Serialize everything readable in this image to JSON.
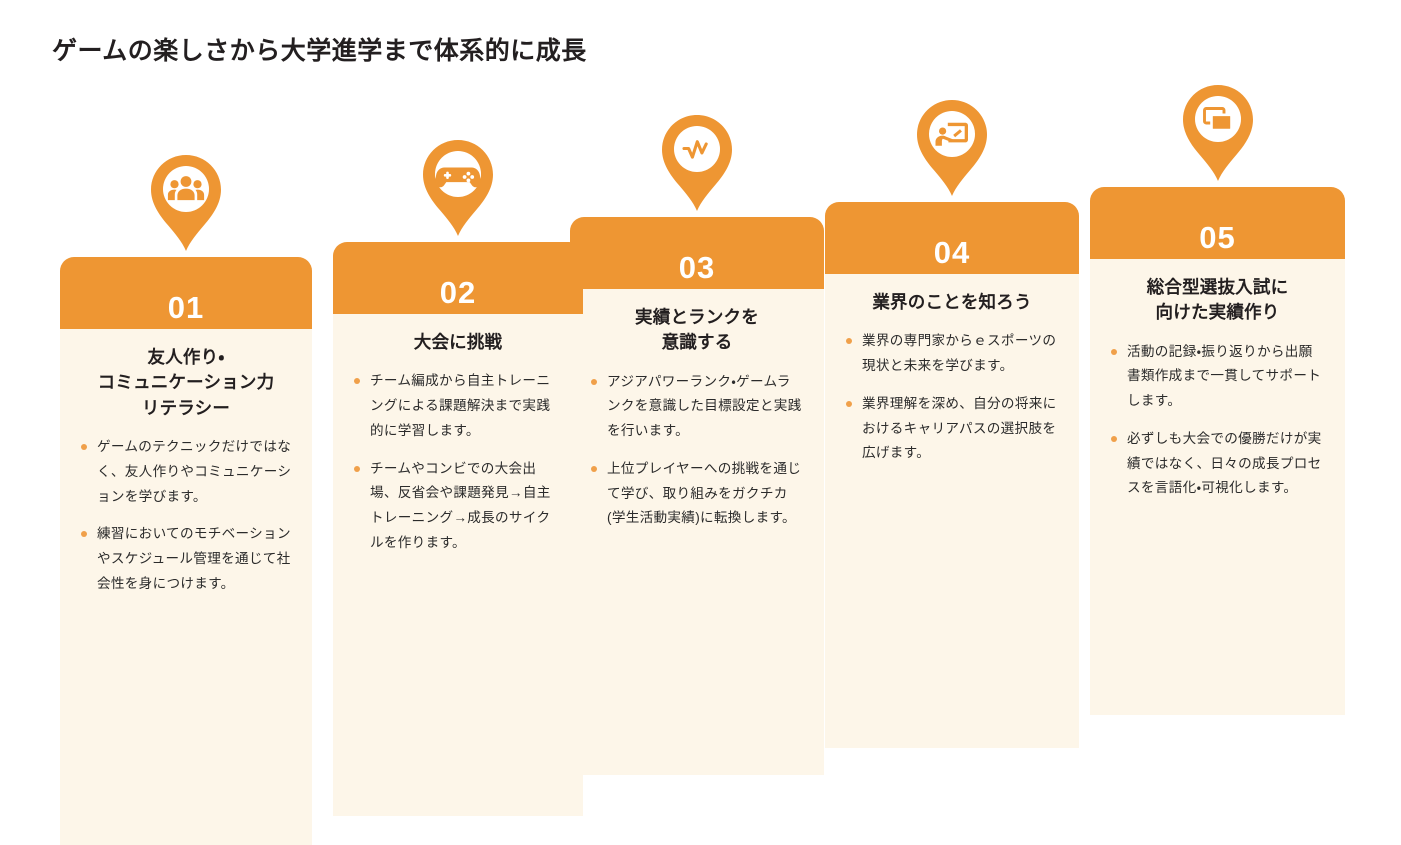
{
  "page": {
    "title": "ゲームの楽しさから大学進学まで体系的に成長",
    "accent_color": "#ee9633",
    "panel_color": "#fdf6e9",
    "bullet_color": "#f0a04a",
    "text_color": "#231f20",
    "background_color": "#ffffff"
  },
  "steps": [
    {
      "number": "01",
      "icon": "people-group-icon",
      "heading": "友人作り・\nコミュニケーション力\nリテラシー",
      "heading_lines": [
        "友人作り・",
        "コミュニケーション力",
        "リテラシー"
      ],
      "bullets": [
        "ゲームのテクニックだけではなく、友人作りやコミュニケーションを学びます。",
        "練習においてのモチベーションやスケジュール管理を通じて社会性を身につけます。"
      ]
    },
    {
      "number": "02",
      "icon": "gamepad-icon",
      "heading": "大会に挑戦",
      "heading_lines": [
        "大会に挑戦"
      ],
      "bullets": [
        "チーム編成から自主トレーニングによる課題解決まで実践的に学習します。",
        "チームやコンビでの大会出場、反省会や課題発見→自主トレーニング→成長のサイクルを作ります。"
      ]
    },
    {
      "number": "03",
      "icon": "line-chart-icon",
      "heading": "実績とランクを\n意識する",
      "heading_lines": [
        "実績とランクを",
        "意識する"
      ],
      "bullets": [
        "アジアパワーランク・ゲームランクを意識した目標設定と実践を行います。",
        "上位プレイヤーへの挑戦を通じて学び、取り組みをガクチカ(学生活動実績)に転換します。"
      ]
    },
    {
      "number": "04",
      "icon": "presentation-board-icon",
      "heading": "業界のことを知ろう",
      "heading_lines": [
        "業界のことを知ろう"
      ],
      "bullets": [
        "業界の専門家からｅスポーツの現状と未来を学びます。",
        "業界理解を深め、自分の将来におけるキャリアパスの選択肢を広げます。"
      ]
    },
    {
      "number": "05",
      "icon": "stacked-windows-icon",
      "heading": "総合型選抜入試に\n向けた実績作り",
      "heading_lines": [
        "総合型選抜入試に",
        "向けた実績作り"
      ],
      "bullets": [
        "活動の記録・振り返りから出願書類作成まで一貫してサポートします。",
        "必ずしも大会での優勝だけが実績ではなく、日々の成長プロセスを言語化・可視化します。"
      ]
    }
  ]
}
